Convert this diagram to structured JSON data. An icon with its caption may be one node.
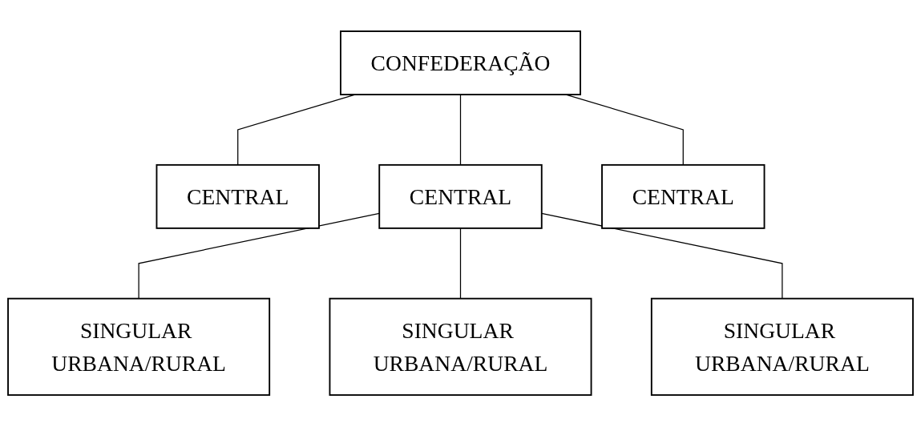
{
  "diagram": {
    "nodes": [
      {
        "text": [
          "CONFEDERAÇÃO"
        ]
      },
      {
        "text": [
          "CENTRAL"
        ]
      },
      {
        "text": [
          "CENTRAL"
        ]
      },
      {
        "text": [
          "CENTRAL"
        ]
      },
      {
        "text": [
          "SINGULAR URBANA/RURAL"
        ]
      },
      {
        "text": [
          "SINGULAR URBANA/RURAL"
        ]
      },
      {
        "text": [
          "SINGULAR URBANA/RURAL"
        ]
      }
    ],
    "edges": [
      {
        "from": 0,
        "to": 1,
        "arrow": "none"
      },
      {
        "from": 0,
        "to": 2,
        "arrow": "none"
      },
      {
        "from": 0,
        "to": 3,
        "arrow": "none"
      },
      {
        "from": 2,
        "to": 4,
        "arrow": "none"
      },
      {
        "from": 2,
        "to": 5,
        "arrow": "none"
      },
      {
        "from": 2,
        "to": 6,
        "arrow": "none"
      }
    ]
  }
}
